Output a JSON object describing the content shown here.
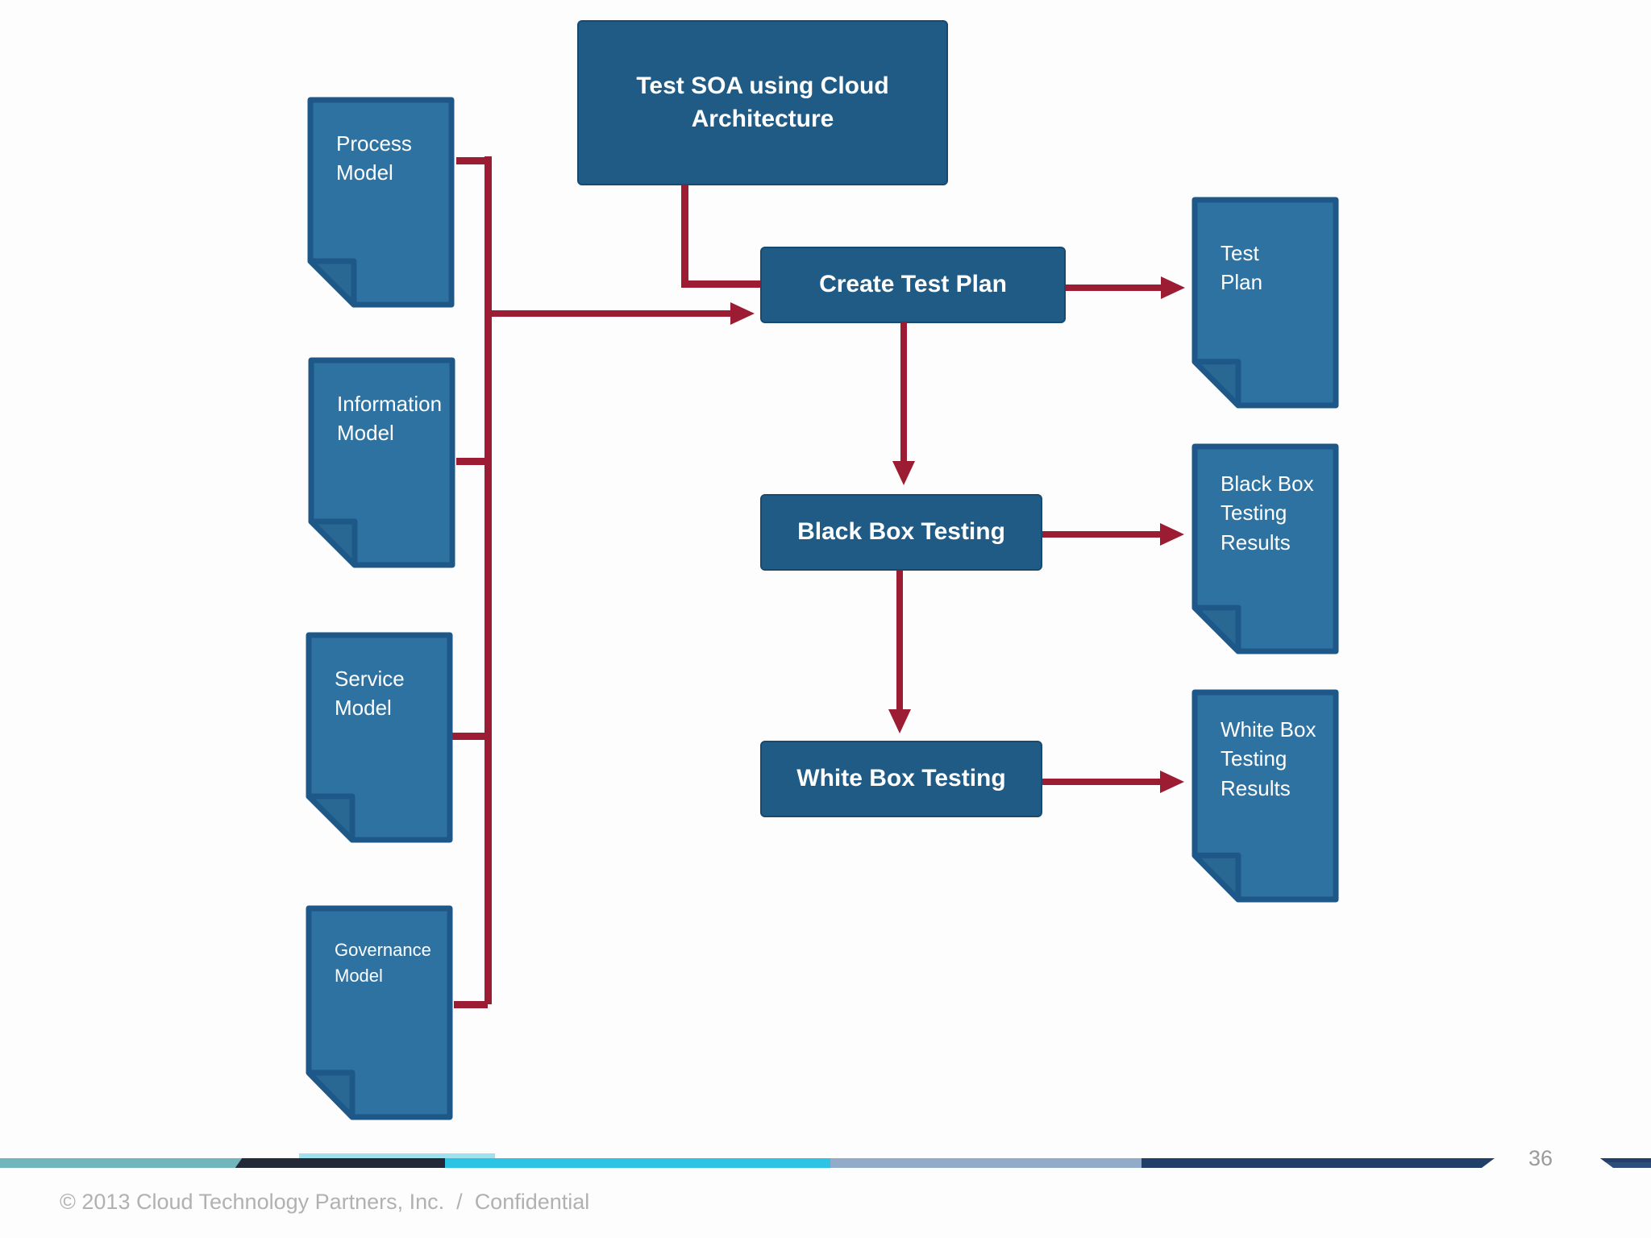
{
  "slide": {
    "title_box": {
      "label": "Test SOA using Cloud\nArchitecture"
    },
    "flow_boxes": [
      {
        "label": "Create Test Plan"
      },
      {
        "label": "Black Box Testing"
      },
      {
        "label": "White Box Testing"
      }
    ],
    "input_documents": [
      {
        "label": "Process\nModel"
      },
      {
        "label": "Information\nModel"
      },
      {
        "label": "Service\nModel"
      },
      {
        "label": "Governance\nModel"
      }
    ],
    "output_documents": [
      {
        "label": "Test\nPlan"
      },
      {
        "label": "Black Box\nTesting\nResults"
      },
      {
        "label": "White Box\nTesting\nResults"
      }
    ],
    "footer": {
      "copyright": "© 2013 Cloud Technology Partners, Inc.  /  Confidential",
      "page_number": "36"
    }
  },
  "colors": {
    "box_fill": "#1f5b85",
    "box_border": "#174a70",
    "doc_fill": "#2e72a2",
    "doc_border": "#1d5888",
    "doc_fold_fill": "#2a6894",
    "arrow": "#9c1c34",
    "bar_teal": "#71b5bd",
    "bar_navy": "#242938",
    "bar_cyan": "#2cc3e4",
    "bar_cyan_light": "#9fe2ee",
    "bar_steel": "#91abc9",
    "bar_slate": "#223f6a",
    "bar_slate2": "#2e4d7b",
    "footer_text": "#b2b0b0",
    "page_number_text": "#9b9b9b"
  }
}
